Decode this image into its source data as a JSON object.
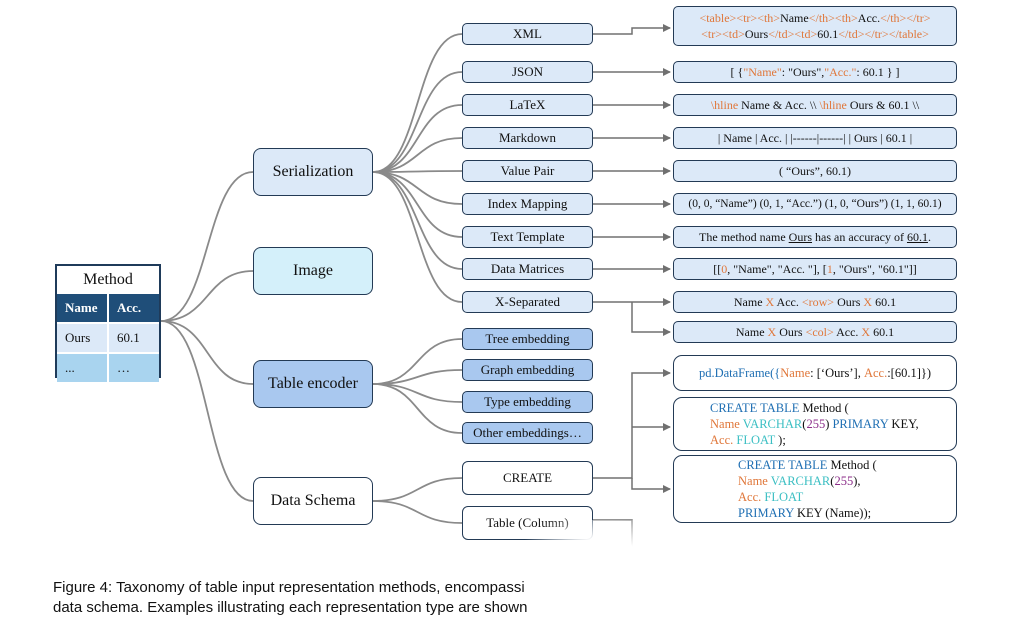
{
  "table": {
    "title": "Method",
    "headers": [
      "Name",
      "Acc."
    ],
    "rows": [
      [
        "Ours",
        "60.1"
      ],
      [
        "...",
        "…"
      ]
    ]
  },
  "categories": {
    "serialization": "Serialization",
    "image": "Image",
    "table_encoder": "Table encoder",
    "data_schema": "Data Schema"
  },
  "serialization_methods": {
    "xml": "XML",
    "json": "JSON",
    "latex": "LaTeX",
    "markdown": "Markdown",
    "value_pair": "Value Pair",
    "index_mapping": "Index Mapping",
    "text_template": "Text Template",
    "data_matrices": "Data Matrices",
    "x_separated": "X-Separated"
  },
  "encoder_methods": {
    "tree": "Tree embedding",
    "graph": "Graph embedding",
    "type": "Type embedding",
    "other": "Other embeddings…"
  },
  "schema_methods": {
    "create": "CREATE",
    "table_column": "Table (Column)"
  },
  "examples": {
    "xml_line1": [
      "<table>",
      "<tr>",
      "<th>",
      "Name",
      "</th>",
      "<th>",
      "Acc.",
      "</th>",
      "</tr>"
    ],
    "xml_line2": [
      "<tr>",
      "<td>",
      "Ours",
      "</td>",
      "<td>",
      "60.1",
      "</td>",
      "</tr>",
      "</table>"
    ],
    "json": [
      "[ { ",
      "\"Name\"",
      ": \"Ours\", ",
      "\"Acc.\"",
      ": 60.1 } ]"
    ],
    "latex": [
      "\\hline",
      " Name & Acc. \\\\ ",
      "\\hline",
      " Ours & 60.1 \\\\"
    ],
    "markdown": "| Name | Acc. | |------|------| | Ours | 60.1 |",
    "value_pair": "( “Ours”, 60.1)",
    "index_mapping": "(0, 0, “Name”) (0, 1, “Acc.”) (1, 0, “Ours”) (1, 1, 60.1)",
    "text_template": [
      "The method name ",
      "Ours",
      " has an accuracy of ",
      "60.1",
      "."
    ],
    "data_matrices": [
      "[[",
      "0",
      ", \"Name\", \"Acc. \"], [",
      "1",
      ", \"Ours\", \"60.1\"]]"
    ],
    "xsep_row": [
      "Name ",
      "X",
      " Acc. ",
      "<row>",
      " Ours ",
      "X",
      " 60.1"
    ],
    "xsep_col": [
      "Name ",
      "X",
      " Ours ",
      "<col>",
      " Acc. ",
      "X",
      " 60.1"
    ],
    "dataframe": [
      "pd.DataFrame({",
      "Name",
      ": [‘Ours’], ",
      "Acc.",
      ":[60.1]})"
    ],
    "create1": {
      "l1": [
        "CREATE TABLE",
        " Method ("
      ],
      "l2": [
        "Name ",
        "VARCHAR",
        "(",
        "255",
        ") ",
        "PRIMARY",
        " KEY,"
      ],
      "l3": [
        "Acc. ",
        "FLOAT",
        " );"
      ]
    },
    "create2": {
      "l1": [
        "CREATE TABLE",
        " Method ("
      ],
      "l2": [
        "Name ",
        "VARCHAR",
        "(",
        "255",
        "),"
      ],
      "l3": [
        "Acc. ",
        "FLOAT"
      ],
      "l4": [
        "PRIMARY",
        " KEY (Name));"
      ]
    }
  },
  "caption": {
    "line1": "Figure 4: Taxonomy of table input representation methods, encompassi",
    "line2": "data schema. Examples illustrating each representation type are shown"
  },
  "colors": {
    "border": "#233a55",
    "light_blue": "#dce9f8",
    "mid_blue": "#a9c8ef",
    "image_fill": "#d4f0fa",
    "header_dark": "#1f4e79",
    "connector": "#6f6f6f",
    "keyword_orange": "#e0773a",
    "keyword_blue": "#1f6fb3",
    "keyword_cyan": "#3bbfc3",
    "keyword_purple": "#8c2e8a"
  }
}
